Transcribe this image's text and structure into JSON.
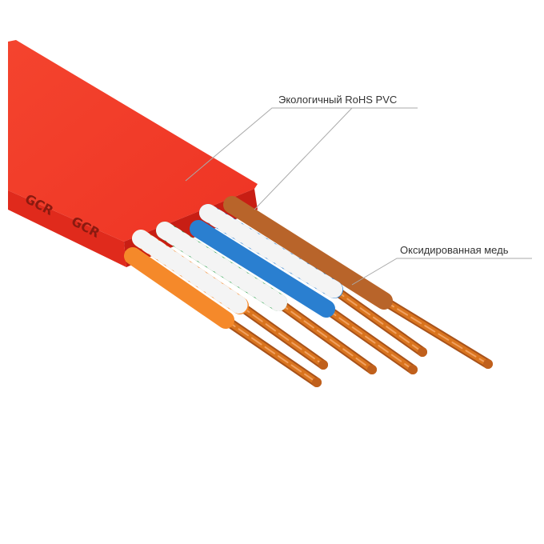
{
  "annotations": {
    "jacket": "Экологичный RoHS PVC",
    "conductor": "Оксидированная медь"
  },
  "brand": {
    "logo_text": "GCR"
  },
  "colors": {
    "jacket": "#f2382a",
    "copper": "#d9741e",
    "brown": "#b8642a",
    "blue": "#2a7fd0",
    "green": "#2aa14a",
    "orange": "#f5892a"
  }
}
